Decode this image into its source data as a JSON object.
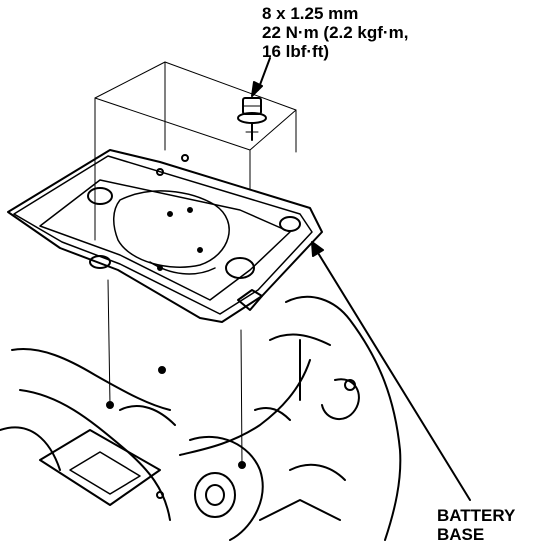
{
  "diagram": {
    "bolt_spec": {
      "size": "8 x 1.25 mm",
      "torque_metric": "22 N·m (2.2 kgf·m,",
      "torque_imperial": "16 lbf·ft)"
    },
    "part_label": {
      "line1": "BATTERY",
      "line2": "BASE"
    },
    "ink_color": "#000000",
    "paper_color": "#ffffff"
  }
}
